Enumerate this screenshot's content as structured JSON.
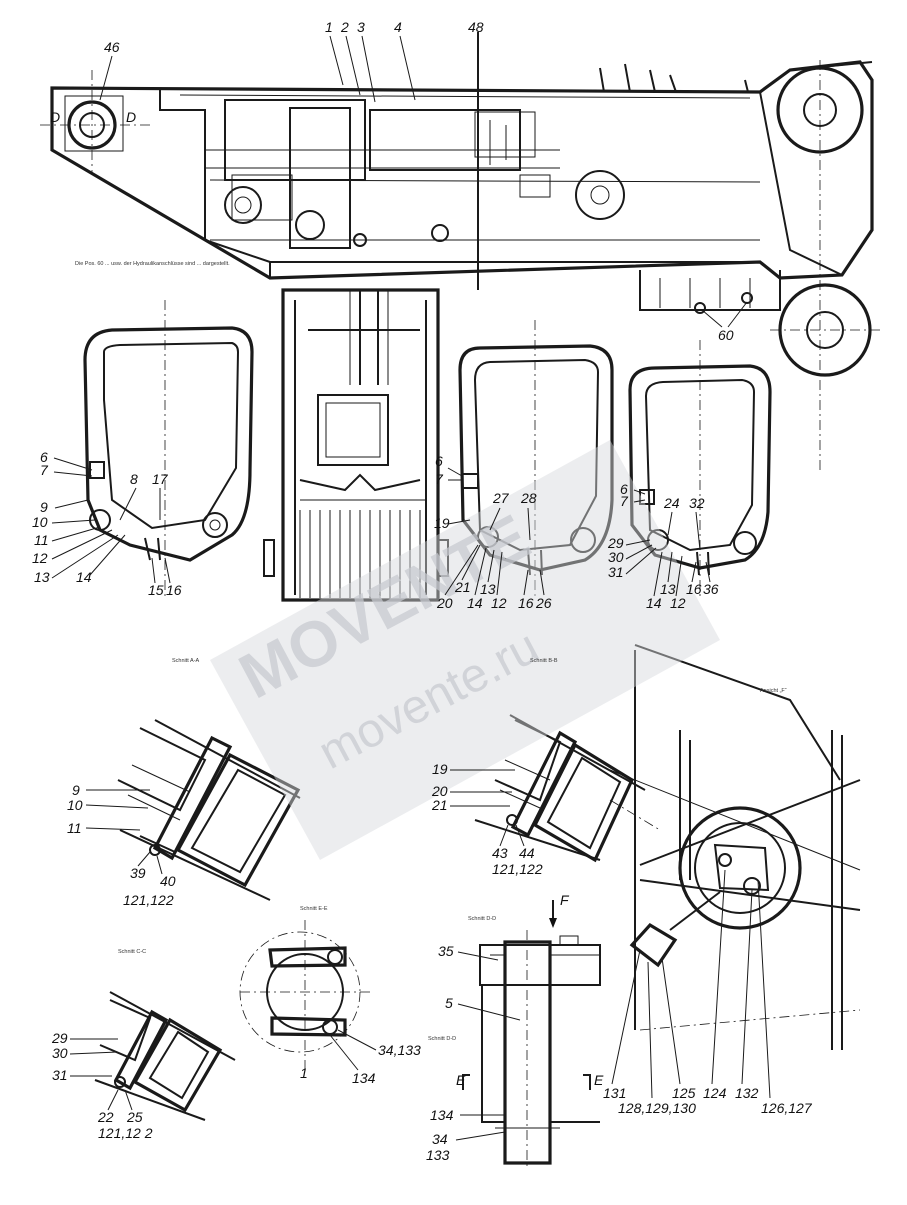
{
  "section_titles": {
    "schnitt_aa": "Schnitt A-A",
    "schnitt_bb": "Schnitt B-B",
    "schnitt_cc": "Schnitt C-C",
    "schnitt_ee": "Schnitt E-E",
    "schnitt_dd_1": "Schnitt D-D",
    "schnitt_dd_2": "Schnitt D-D",
    "ansicht_f": "Ansicht „F“",
    "arrow_f": "F"
  },
  "section_marks": {
    "d_left": "D",
    "d_right": "D",
    "e_left": "E",
    "e_right": "E",
    "centerline_one": "1"
  },
  "note_text": "Die Pos. 60 ... usw. der Hydraulikanschlüsse sind ... dargestellt.",
  "watermark": {
    "logo": "MOVENTE",
    "site": "movente.ru"
  },
  "callouts": {
    "top": [
      "1",
      "2",
      "3",
      "4",
      "48"
    ],
    "top_46": "46",
    "top_60": "60",
    "v1": [
      "6",
      "7",
      "8",
      "9",
      "10",
      "11",
      "12",
      "13",
      "14",
      "15",
      "16",
      "17"
    ],
    "v2": [
      "6",
      "7",
      "19",
      "27",
      "28",
      "21",
      "20",
      "14",
      "13",
      "12",
      "16",
      "26"
    ],
    "v3": [
      "6",
      "7",
      "24",
      "32",
      "29",
      "30",
      "31",
      "14",
      "13",
      "12",
      "16",
      "36"
    ],
    "aa": [
      "9",
      "10",
      "11",
      "39",
      "40",
      "121,122"
    ],
    "bb": [
      "19",
      "20",
      "21",
      "43",
      "44",
      "121,122"
    ],
    "cc": [
      "29",
      "30",
      "31",
      "22",
      "25",
      "121,12 2"
    ],
    "ee": [
      "34,133",
      "134"
    ],
    "dd": [
      "35",
      "5",
      "134",
      "34",
      "133"
    ],
    "f": [
      "131",
      "128,129,130",
      "125",
      "124",
      "132",
      "126,127"
    ]
  }
}
